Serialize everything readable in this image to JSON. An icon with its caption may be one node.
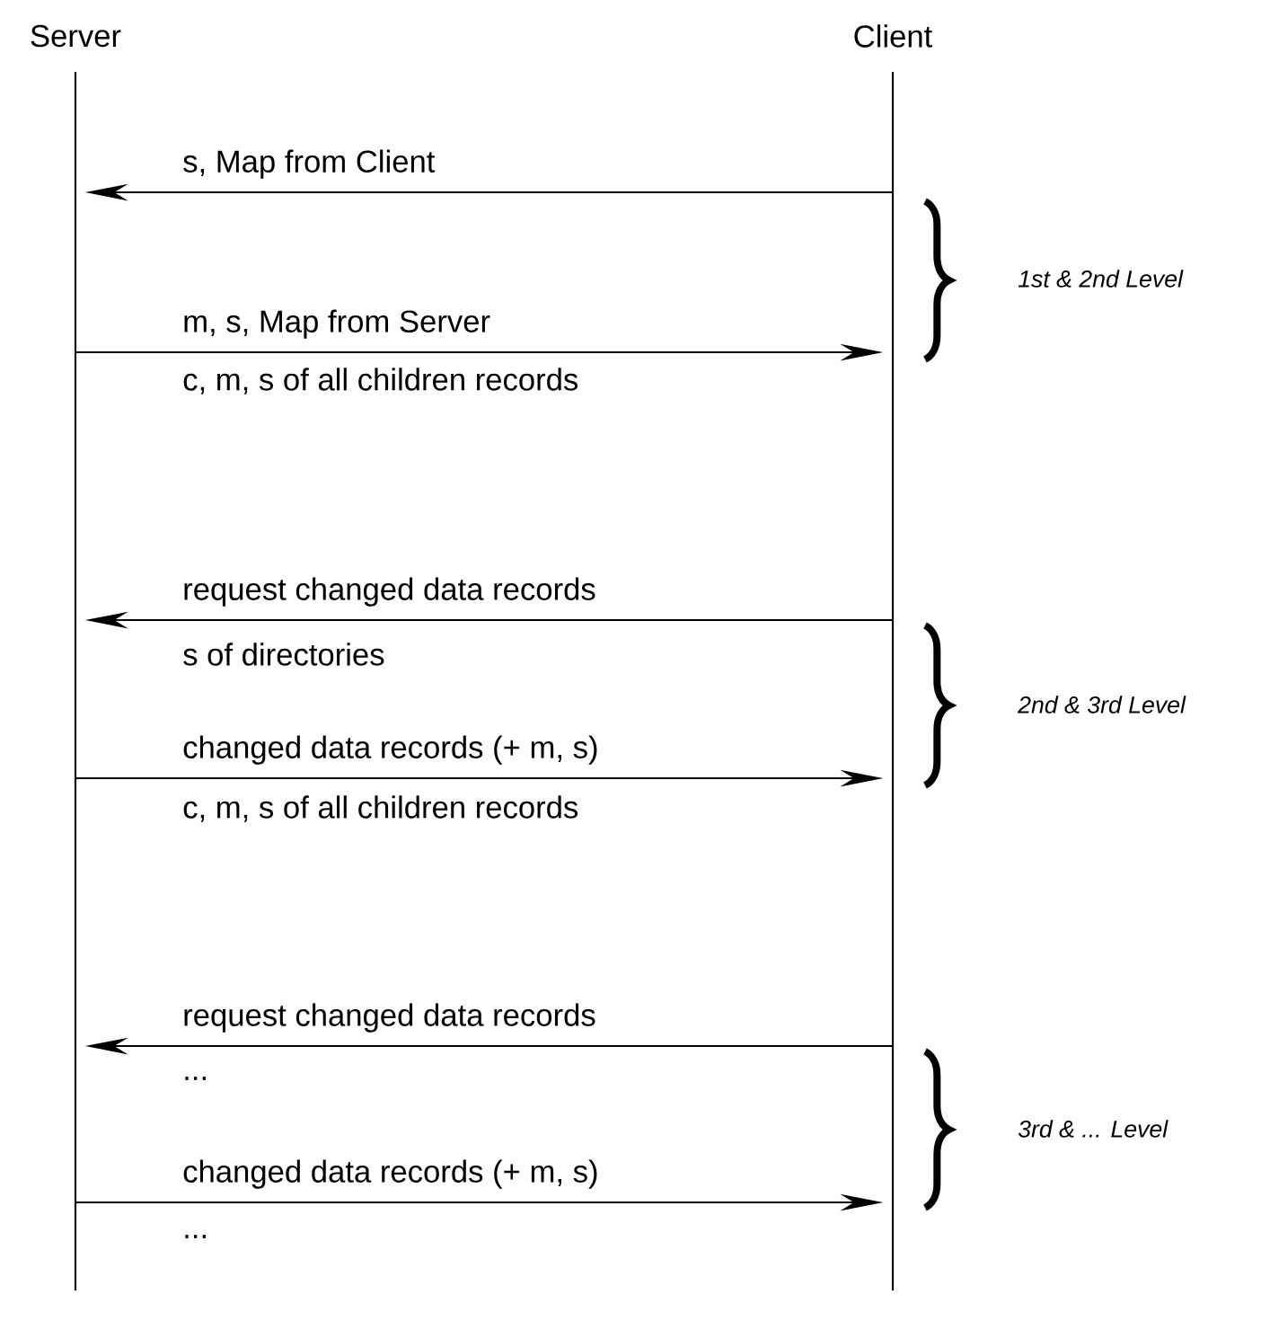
{
  "diagram": {
    "nodes": [
      {
        "text": [
          "Server"
        ]
      },
      {
        "text": [
          "Client"
        ]
      }
    ],
    "edges": [
      {
        "from": 1,
        "to": 0,
        "arrow": "to",
        "label": "s, Map from Client"
      },
      {
        "from": 0,
        "to": 1,
        "arrow": "to",
        "label": "m, s, Map from Server"
      },
      {
        "from": 1,
        "to": 0,
        "arrow": "to",
        "label": "request changed data records"
      },
      {
        "from": 0,
        "to": 1,
        "arrow": "to",
        "label": "changed data records (+ m, s)"
      },
      {
        "from": 1,
        "to": 0,
        "arrow": "to",
        "label": "request changed data records"
      },
      {
        "from": 0,
        "to": 1,
        "arrow": "to",
        "label": "changed data records (+ m, s)"
      }
    ],
    "labels": [
      "1st & 2nd Level",
      "c, m, s of all children records",
      "s of directories",
      "2nd & 3rd Level",
      "c, m, s of all children records",
      "...",
      "3rd & ... Level",
      "..."
    ]
  }
}
